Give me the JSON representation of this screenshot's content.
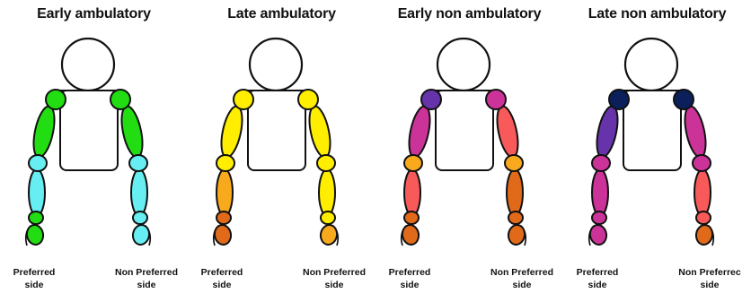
{
  "colors": {
    "green": "#22dd11",
    "cyan": "#66eef2",
    "yellow": "#ffee00",
    "orange_light": "#f8a91c",
    "orange_dark": "#e06a1a",
    "magenta": "#cc3399",
    "salmon": "#f85a5a",
    "purple": "#6633aa",
    "navy": "#0b1f5a",
    "outline": "#111111"
  },
  "panels": [
    {
      "title": "Early ambulatory",
      "left_label": [
        "Preferred",
        "side"
      ],
      "right_label": [
        "Non Preferred",
        "side"
      ],
      "left": {
        "shoulder": "green",
        "upper_arm": "green",
        "elbow": "cyan",
        "forearm": "cyan",
        "wrist": "green",
        "hand": "green"
      },
      "right": {
        "shoulder": "green",
        "upper_arm": "green",
        "elbow": "cyan",
        "forearm": "cyan",
        "wrist": "cyan",
        "hand": "cyan"
      }
    },
    {
      "title": "Late ambulatory",
      "left_label": [
        "Preferred",
        "side"
      ],
      "right_label": [
        "Non Preferred",
        "side"
      ],
      "left": {
        "shoulder": "yellow",
        "upper_arm": "yellow",
        "elbow": "yellow",
        "forearm": "orange_light",
        "wrist": "orange_dark",
        "hand": "orange_dark"
      },
      "right": {
        "shoulder": "yellow",
        "upper_arm": "yellow",
        "elbow": "yellow",
        "forearm": "yellow",
        "wrist": "yellow",
        "hand": "orange_light"
      }
    },
    {
      "title": "Early non ambulatory",
      "left_label": [
        "Preferred",
        "side"
      ],
      "right_label": [
        "Non Preferred",
        "side"
      ],
      "left": {
        "shoulder": "purple",
        "upper_arm": "magenta",
        "elbow": "orange_light",
        "forearm": "salmon",
        "wrist": "orange_dark",
        "hand": "orange_dark"
      },
      "right": {
        "shoulder": "magenta",
        "upper_arm": "salmon",
        "elbow": "orange_light",
        "forearm": "orange_dark",
        "wrist": "orange_dark",
        "hand": "orange_dark"
      }
    },
    {
      "title": "Late non ambulatory",
      "left_label": [
        "Preferred",
        "side"
      ],
      "right_label": [
        "Non Preferrec",
        "side"
      ],
      "left": {
        "shoulder": "navy",
        "upper_arm": "purple",
        "elbow": "magenta",
        "forearm": "magenta",
        "wrist": "magenta",
        "hand": "magenta"
      },
      "right": {
        "shoulder": "navy",
        "upper_arm": "magenta",
        "elbow": "magenta",
        "forearm": "salmon",
        "wrist": "salmon",
        "hand": "orange_dark"
      }
    }
  ]
}
